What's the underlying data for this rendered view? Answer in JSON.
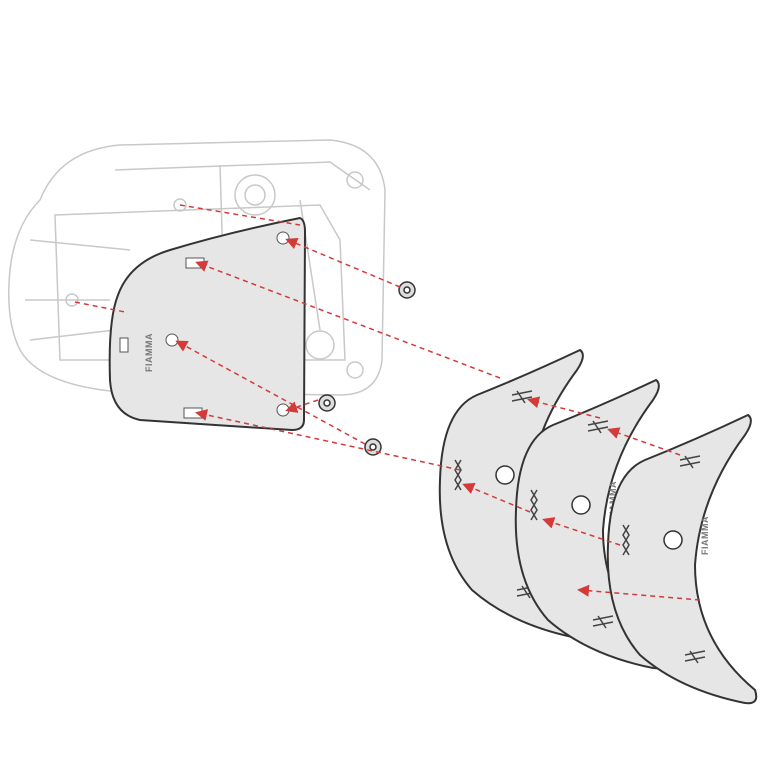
{
  "diagram": {
    "logo_text": "FIAMMA",
    "colors": {
      "arrow": "#d43a3a",
      "plate_fill": "#e6e6e6",
      "plate_stroke": "#333333",
      "housing_stroke": "#c8c8c8",
      "background": "#ffffff"
    },
    "parts": [
      "housing",
      "main-cover-plate",
      "screw",
      "screw",
      "screw",
      "curved-plate",
      "curved-plate",
      "curved-plate"
    ]
  }
}
